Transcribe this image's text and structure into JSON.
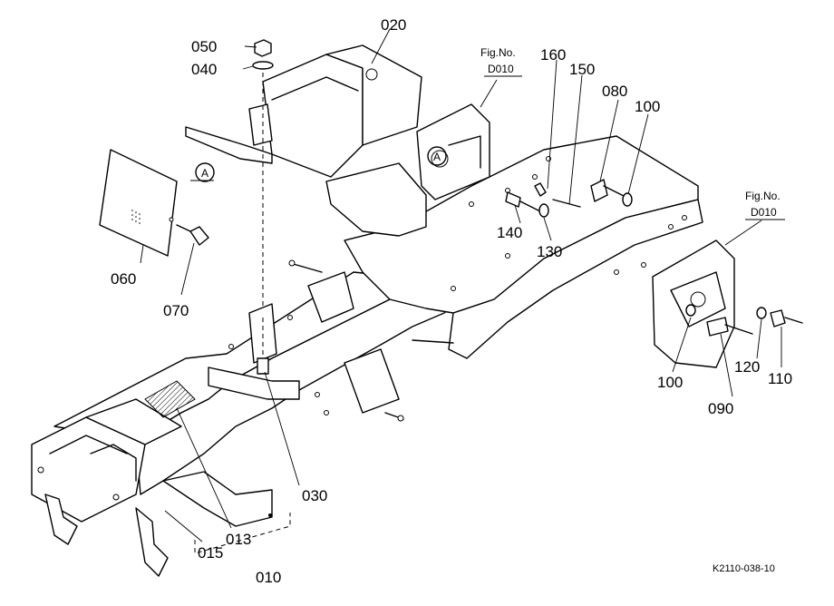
{
  "drawing_code": "K2110-038-10",
  "fig_refs": [
    {
      "label": "Fig.No.",
      "value": "D010"
    },
    {
      "label": "Fig.No.",
      "value": "D010"
    }
  ],
  "detail_marker": "A",
  "parts": [
    {
      "number": "010"
    },
    {
      "number": "013"
    },
    {
      "number": "015"
    },
    {
      "number": "020"
    },
    {
      "number": "030"
    },
    {
      "number": "040"
    },
    {
      "number": "050"
    },
    {
      "number": "060"
    },
    {
      "number": "070"
    },
    {
      "number": "080"
    },
    {
      "number": "090"
    },
    {
      "number": "100"
    },
    {
      "number": "100"
    },
    {
      "number": "110"
    },
    {
      "number": "120"
    },
    {
      "number": "130"
    },
    {
      "number": "140"
    },
    {
      "number": "150"
    },
    {
      "number": "160"
    }
  ]
}
